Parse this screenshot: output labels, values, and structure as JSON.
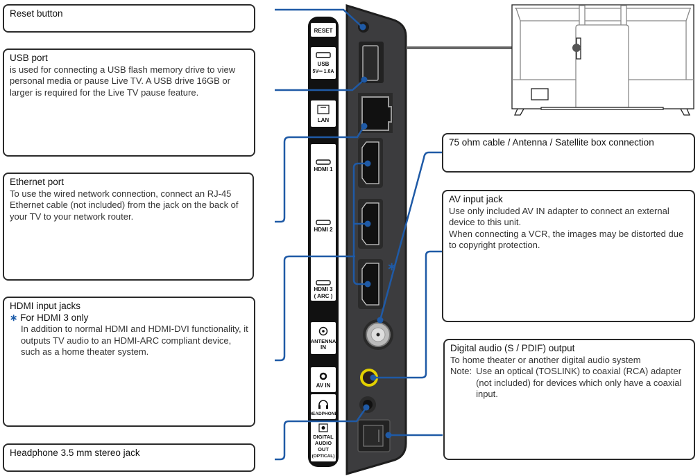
{
  "diagram_title": "TV rear connection panel",
  "colors": {
    "callout_line": "#1f5aa6",
    "panel_body": "#3c3c3e",
    "panel_edge": "#1e1e1e",
    "strip": "#111111",
    "box_border": "#2a2a2a",
    "av_ring": "#e3d000"
  },
  "callouts_left": [
    {
      "id": "reset",
      "title": "Reset button",
      "desc": ""
    },
    {
      "id": "usb",
      "title": "USB port",
      "desc": "is used for connecting a USB flash memory drive to view personal media or pause Live TV. A USB drive 16GB or larger is required for the Live TV pause feature."
    },
    {
      "id": "ethernet",
      "title": "Ethernet port",
      "desc": "To use the wired network connection, connect an RJ-45 Ethernet cable (not included) from the jack on the back of your TV to your network router."
    },
    {
      "id": "hdmi",
      "title": "HDMI input jacks",
      "asterisk": "∗",
      "subtitle": "For HDMI 3 only",
      "desc": "In addition to normal HDMI and HDMI-DVI functionality, it outputs TV audio to an HDMI-ARC compliant device, such as a home theater system."
    },
    {
      "id": "headphone",
      "title": "Headphone 3.5 mm stereo jack",
      "desc": ""
    }
  ],
  "callouts_right": [
    {
      "id": "antenna",
      "title": "75 ohm cable / Antenna / Satellite box connection",
      "desc": ""
    },
    {
      "id": "av",
      "title": "AV input jack",
      "desc": "Use only included AV IN adapter to connect an external device to this unit.",
      "desc2": "When connecting a VCR, the images may be distorted due to copyright protection."
    },
    {
      "id": "digital",
      "title": "Digital audio (S / PDIF) output",
      "desc": "To home theater or another digital audio system",
      "note_label": "Note:",
      "note": "Use an optical (TOSLINK) to coaxial (RCA) adapter (not included) for devices which only have a coaxial input."
    }
  ],
  "port_labels": {
    "reset": "RESET",
    "usb_1": "USB",
    "usb_2": "5V⎓ 1.0A",
    "lan": "LAN",
    "hdmi1": "HDMI 1",
    "hdmi2": "HDMI 2",
    "hdmi3_1": "HDMI 3",
    "hdmi3_2": "( ARC )",
    "antenna_1": "ANTENNA",
    "antenna_2": "IN",
    "avin": "AV IN",
    "headphone": "HEADPHONE",
    "digital_1": "DIGITAL",
    "digital_2": "AUDIO",
    "digital_3": "OUT",
    "digital_4": "(OPTICAL)"
  },
  "hdmi3_marker": "∗"
}
